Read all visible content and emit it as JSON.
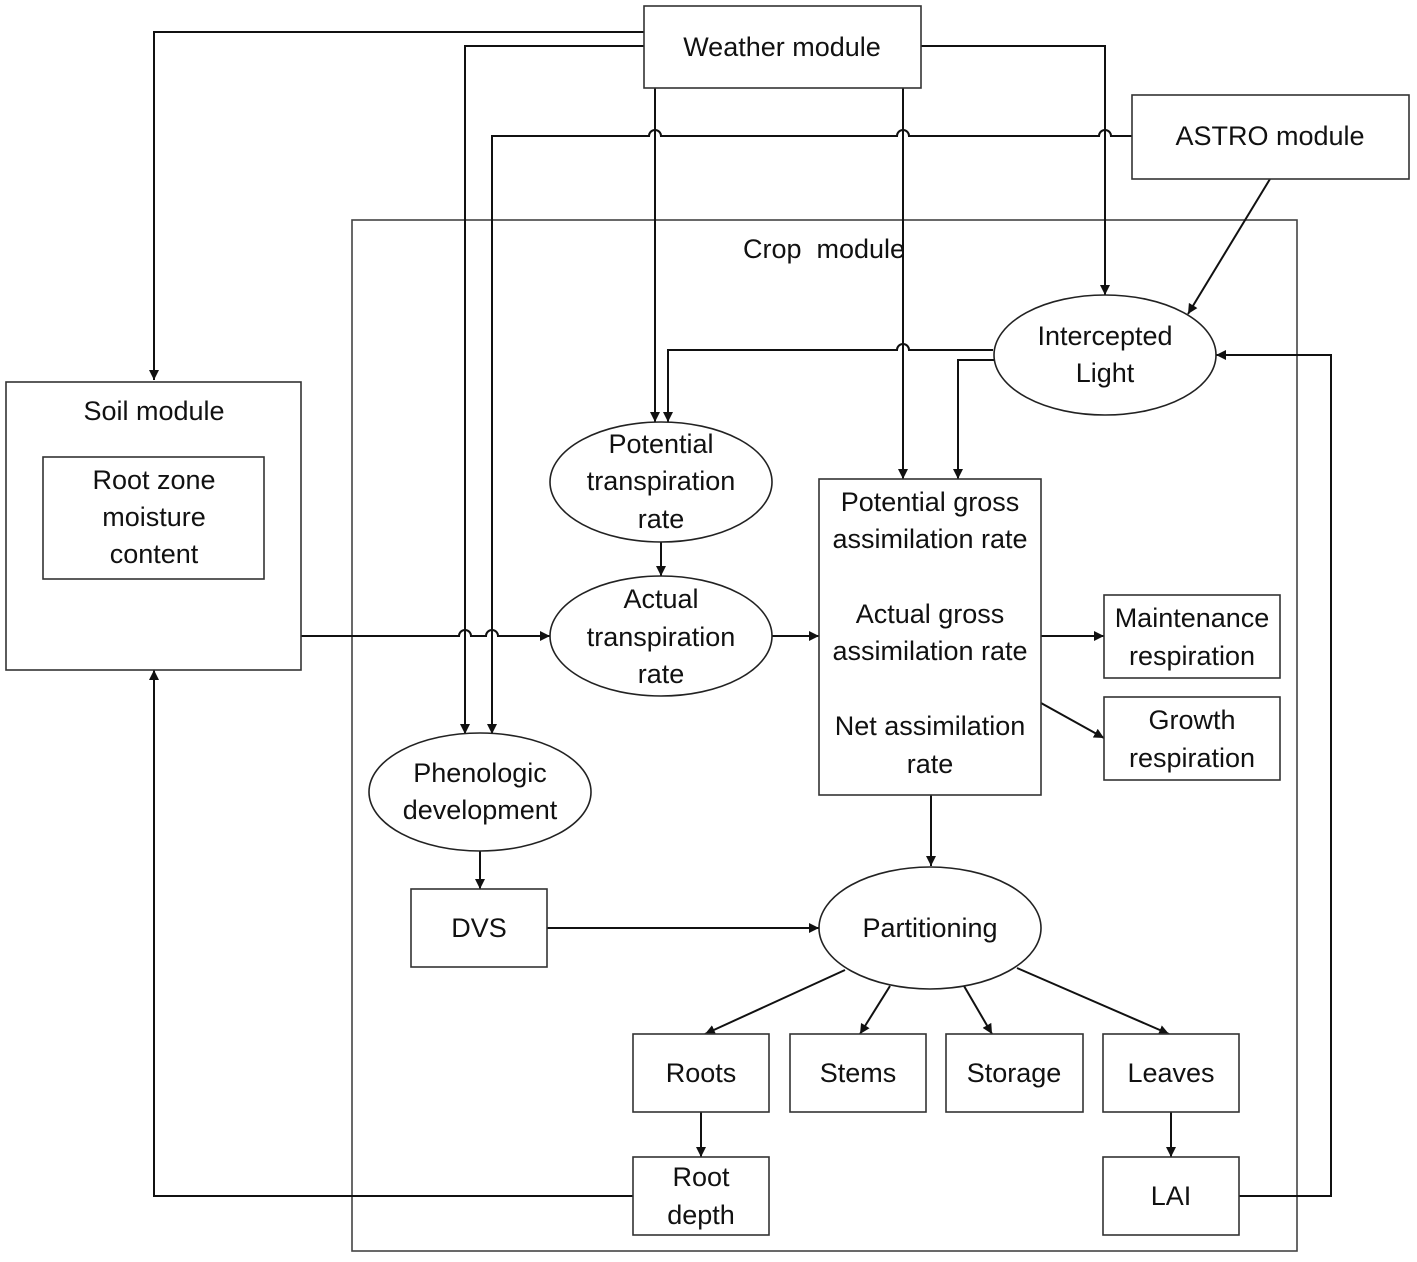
{
  "diagram": {
    "crop_module": {
      "label": "Crop  module"
    },
    "weather_module": {
      "label": "Weather module"
    },
    "astro_module": {
      "label": "ASTRO module"
    },
    "soil_module": {
      "label": "Soil module",
      "root_zone": [
        "Root zone",
        "moisture",
        "content"
      ]
    },
    "intercepted_light": [
      "Intercepted",
      "Light"
    ],
    "potential_transpiration": [
      "Potential",
      "transpiration",
      "rate"
    ],
    "actual_transpiration": [
      "Actual",
      "transpiration",
      "rate"
    ],
    "assimilation": {
      "potential_gross": [
        "Potential gross",
        "assimilation rate"
      ],
      "actual_gross": [
        "Actual gross",
        "assimilation rate"
      ],
      "net": [
        "Net assimilation",
        "rate"
      ]
    },
    "maintenance_respiration": [
      "Maintenance",
      "respiration"
    ],
    "growth_respiration": [
      "Growth",
      "respiration"
    ],
    "phenologic_development": [
      "Phenologic",
      "development"
    ],
    "dvs": "DVS",
    "partitioning": "Partitioning",
    "organs": {
      "roots": "Roots",
      "stems": "Stems",
      "storage": "Storage",
      "leaves": "Leaves"
    },
    "root_depth": [
      "Root",
      "depth"
    ],
    "lai": "LAI"
  }
}
